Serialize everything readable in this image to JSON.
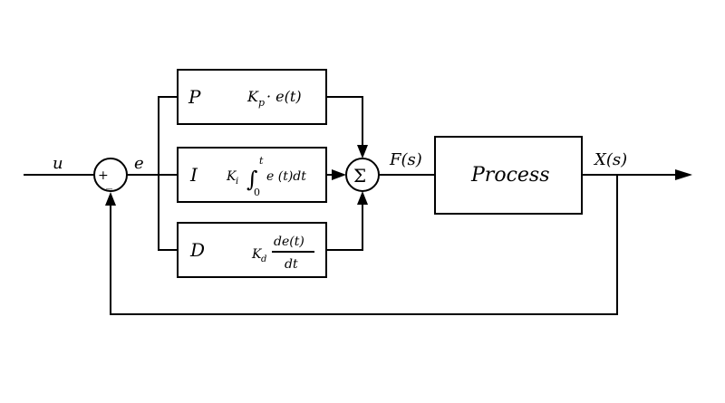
{
  "diagram": {
    "type": "PID control block diagram",
    "signals": {
      "input": "u",
      "error": "e",
      "control": "F(s)",
      "output": "X(s)"
    },
    "summing_junction_1": {
      "plus": "+",
      "minus": "_"
    },
    "summing_junction_2": {
      "symbol": "Σ"
    },
    "blocks": {
      "p": {
        "name": "P",
        "gain": "K",
        "gain_sub": "p",
        "expr": "· e(t)"
      },
      "i": {
        "name": "I",
        "gain": "K",
        "gain_sub": "i",
        "integral": "∫",
        "upper": "t",
        "lower": "0",
        "expr": "e (t)dt"
      },
      "d": {
        "name": "D",
        "gain": "K",
        "gain_sub": "d",
        "num": "de(t)",
        "den": "dt"
      },
      "process": {
        "name": "Process"
      }
    }
  }
}
